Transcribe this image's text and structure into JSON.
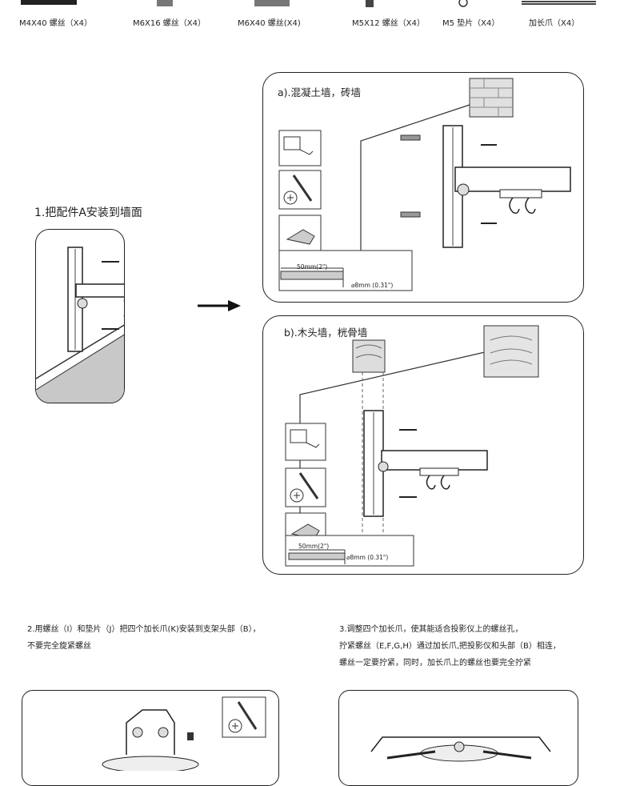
{
  "parts": [
    {
      "label": "M4X40 螺丝（X4）"
    },
    {
      "label": "M6X16 螺丝（X4）"
    },
    {
      "label": "M6X40 螺丝(X4)"
    },
    {
      "label": "M5X12 螺丝（X4）"
    },
    {
      "label": "M5 垫片（X4）"
    },
    {
      "label": "加长爪（X4）"
    }
  ],
  "step1": {
    "title": "1.把配件A安装到墙面"
  },
  "panel_a": {
    "title": "a).混凝土墙，砖墙",
    "depth": "50mm(2\")",
    "diameter": "⌀8mm (0.31\")"
  },
  "panel_b": {
    "title": "b).木头墙，桄骨墙",
    "depth": "50mm(2\")",
    "diameter": "⌀8mm (0.31\")"
  },
  "step2": {
    "line1": "2.用螺丝（I）和垫片（J）把四个加长爪(K)安装到支架头部（B），",
    "line2": "不要完全旋紧螺丝"
  },
  "step3": {
    "line1": "3.调整四个加长爪，使其能适合投影仪上的螺丝孔，",
    "line2": "拧紧螺丝（E,F,G,H）通过加长爪,把投影仪和头部（B）相连，",
    "line3": "螺丝一定要拧紧，同时，加长爪上的螺丝也要完全拧紧"
  }
}
